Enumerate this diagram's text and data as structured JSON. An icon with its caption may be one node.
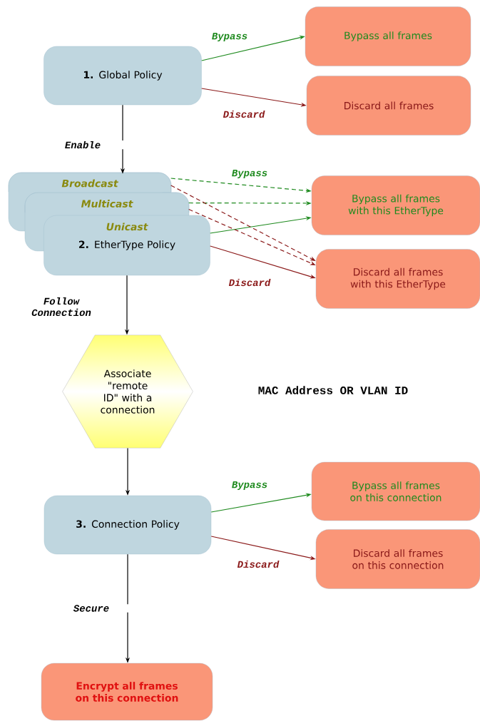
{
  "diagram": {
    "nodes": [
      {
        "text": [
          "**1.** Global Policy"
        ]
      },
      {
        "text": [
          "Bypass all frames"
        ]
      },
      {
        "text": [
          "Discard all frames"
        ]
      },
      {
        "text": [
          "Broadcast"
        ]
      },
      {
        "text": [
          "Multicast"
        ]
      },
      {
        "text": [
          "Unicast",
          "**2.** EtherType Policy"
        ]
      },
      {
        "text": [
          "Bypass all frames with this EtherType"
        ]
      },
      {
        "text": [
          "Discard all frames with this EtherType"
        ]
      },
      {
        "text": [
          "Associate \"remote ID\" with a connection"
        ]
      },
      {
        "text": [
          "**3.** Connection Policy"
        ]
      },
      {
        "text": [
          "Bypass all frames on this connection"
        ]
      },
      {
        "text": [
          "Discard all frames on this connection"
        ]
      },
      {
        "text": [
          "Encrypt all frames on this connection"
        ]
      }
    ],
    "edges": [
      {
        "from": 0,
        "to": 1,
        "arrow": "to",
        "label": "Bypass",
        "color": "#1e8a1e"
      },
      {
        "from": 0,
        "to": 2,
        "arrow": "to",
        "label": "Discard",
        "color": "#8b1a1a"
      },
      {
        "from": 0,
        "to": 3,
        "arrow": "to",
        "label": "Enable",
        "color": "#000000"
      },
      {
        "from": 3,
        "to": 6,
        "arrow": "to",
        "label": "Bypass",
        "style": "dashed",
        "color": "#1e8a1e"
      },
      {
        "from": 4,
        "to": 6,
        "arrow": "to",
        "style": "dashed",
        "color": "#1e8a1e"
      },
      {
        "from": 5,
        "to": 6,
        "arrow": "to",
        "color": "#1e8a1e"
      },
      {
        "from": 3,
        "to": 7,
        "arrow": "to",
        "style": "dashed",
        "color": "#8b1a1a"
      },
      {
        "from": 4,
        "to": 7,
        "arrow": "to",
        "style": "dashed",
        "color": "#8b1a1a"
      },
      {
        "from": 5,
        "to": 7,
        "arrow": "to",
        "label": "Discard",
        "color": "#8b1a1a"
      },
      {
        "from": 5,
        "to": 8,
        "arrow": "to",
        "label": "Follow Connection",
        "color": "#000000"
      },
      {
        "from": 8,
        "to": 9,
        "arrow": "to",
        "color": "#000000"
      },
      {
        "from": 9,
        "to": 10,
        "arrow": "to",
        "label": "Bypass",
        "color": "#1e8a1e"
      },
      {
        "from": 9,
        "to": 11,
        "arrow": "to",
        "label": "Discard",
        "color": "#8b1a1a"
      },
      {
        "from": 9,
        "to": 12,
        "arrow": "to",
        "label": "Secure",
        "color": "#000000"
      }
    ],
    "labels": [
      "MAC Address OR VLAN ID"
    ]
  }
}
